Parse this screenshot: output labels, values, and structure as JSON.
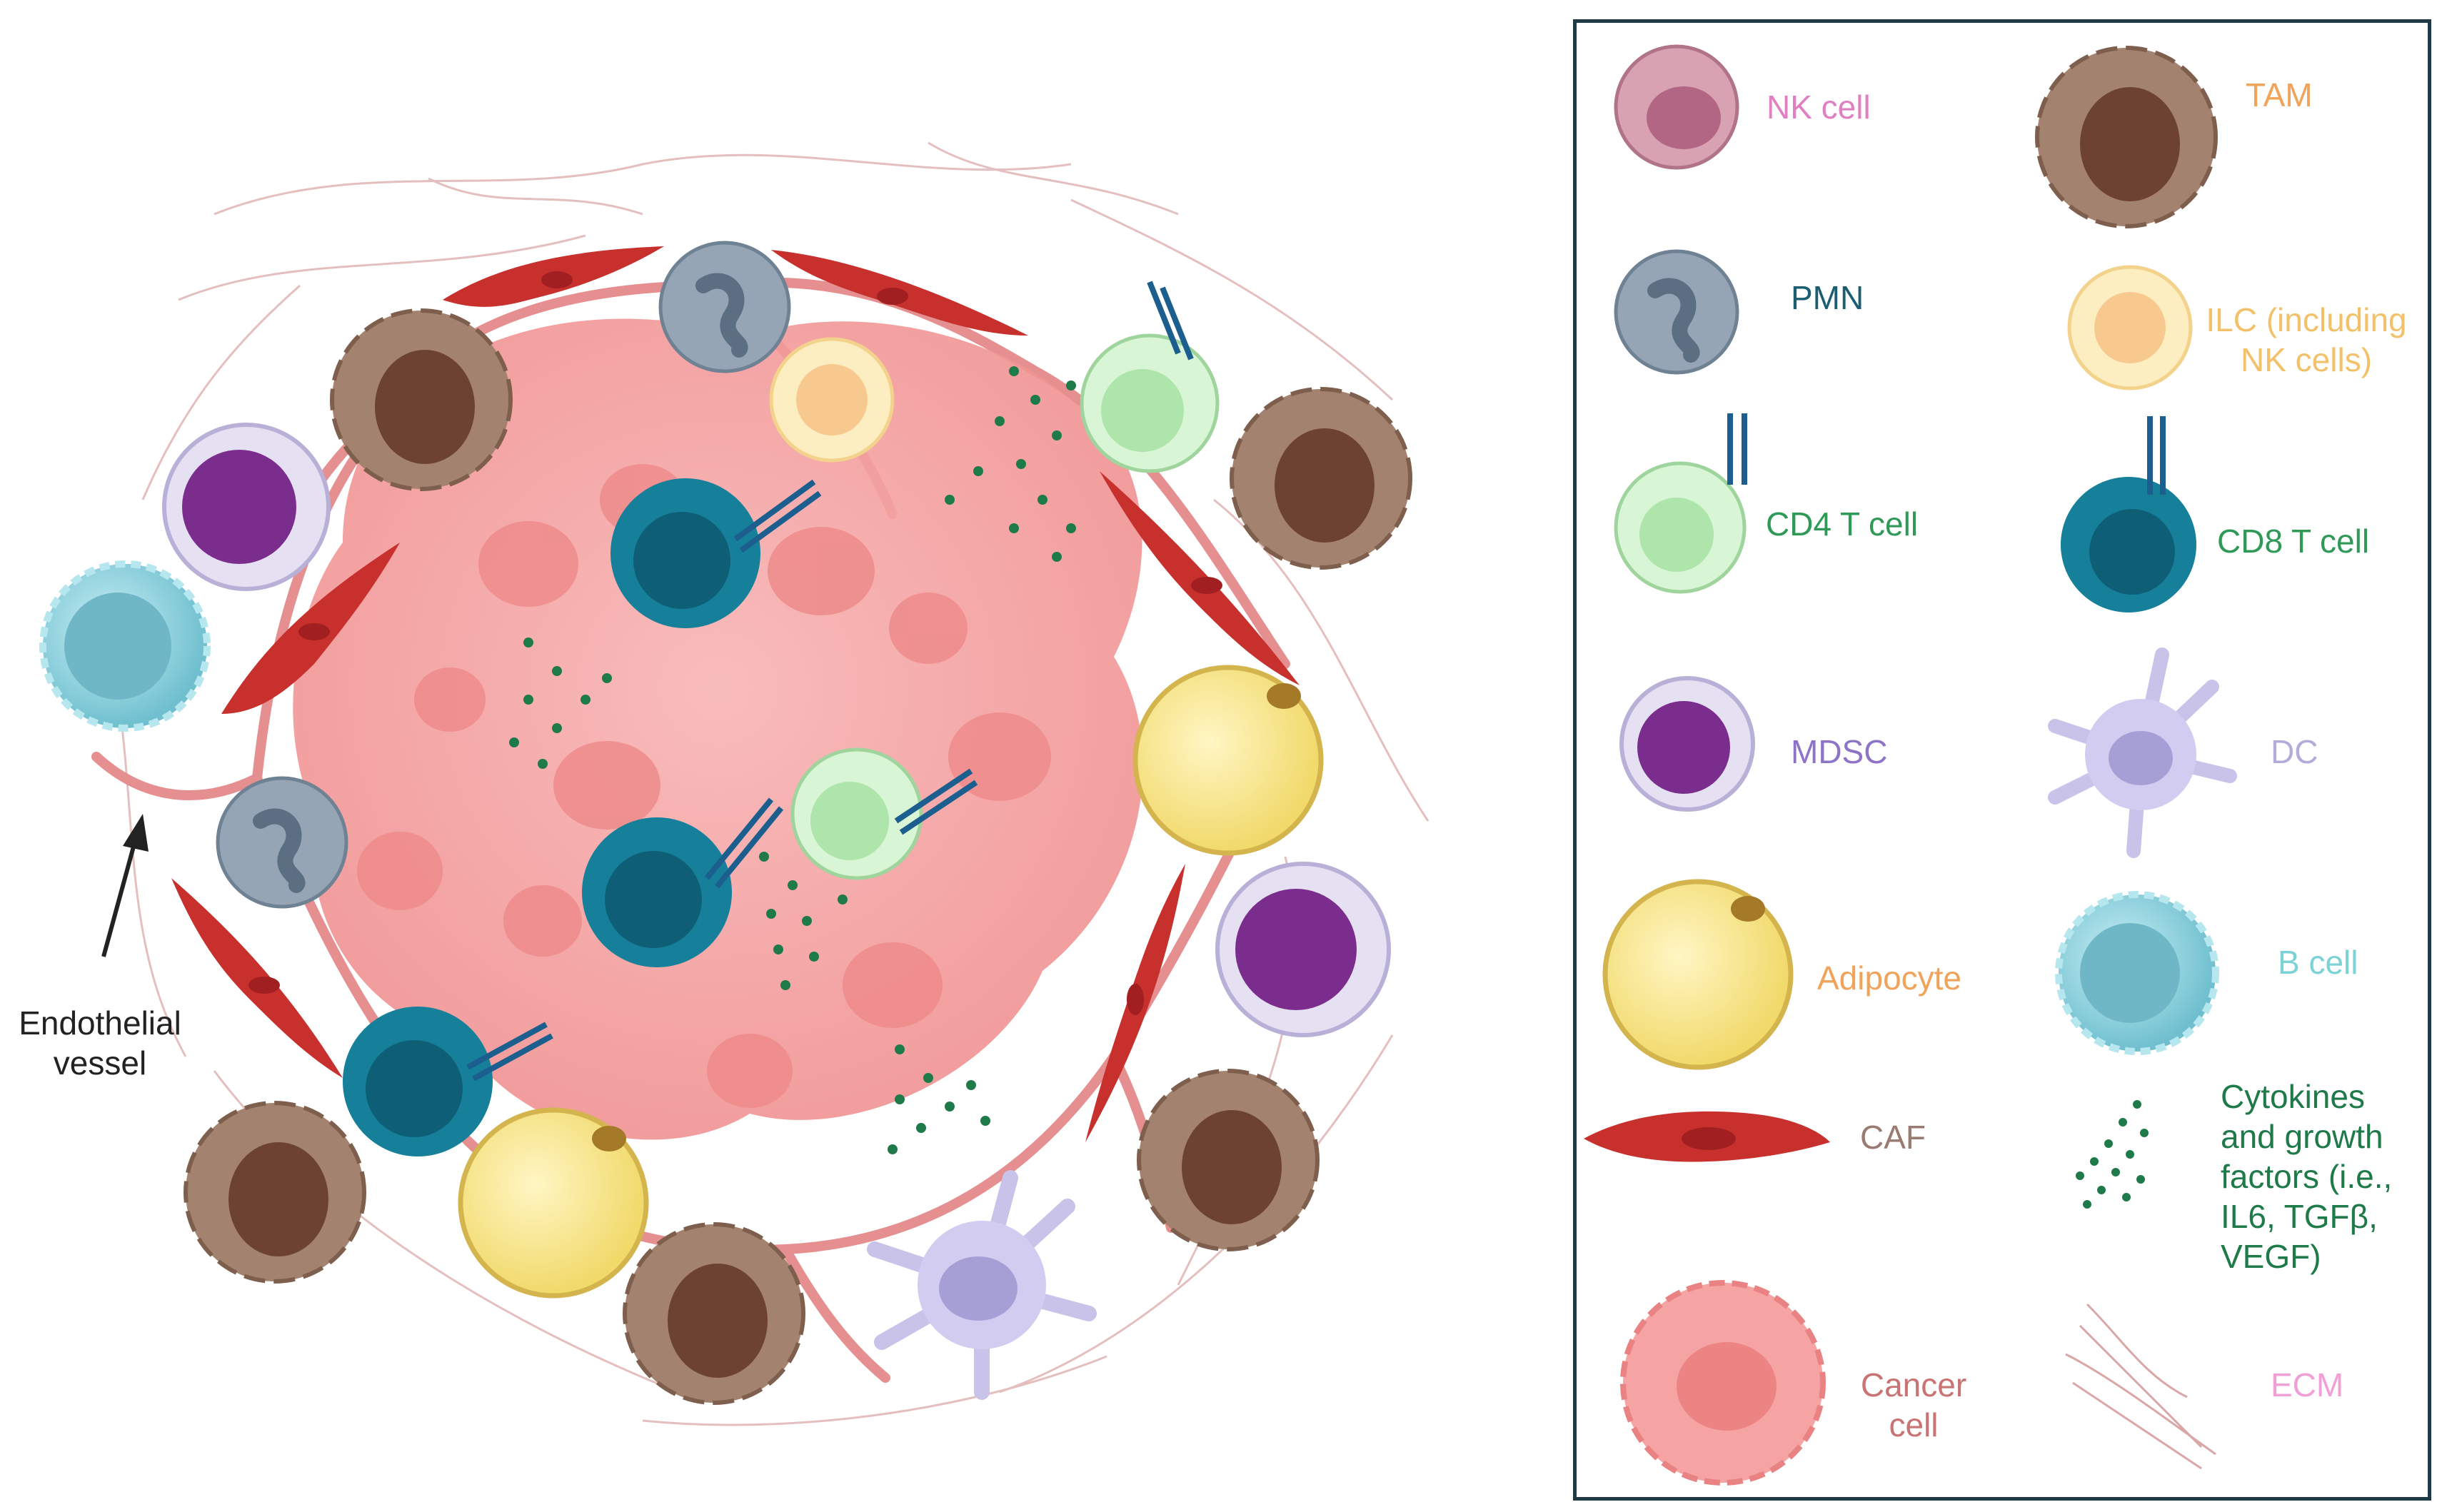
{
  "annotation": {
    "endothelial_vessel": "Endothelial\nvessel"
  },
  "legend": {
    "nk_cell": "NK cell",
    "tam": "TAM",
    "pmn": "PMN",
    "ilc": "ILC (including\nNK cells)",
    "cd4_t_cell": "CD4 T cell",
    "cd8_t_cell": "CD8 T cell",
    "mdsc": "MDSC",
    "dc": "DC",
    "adipocyte": "Adipocyte",
    "b_cell": "B cell",
    "caf": "CAF",
    "cytokines": "Cytokines\nand growth\nfactors (i.e.,\nIL6, TGFβ,\nVEGF)",
    "cancer_cell": "Cancer\ncell",
    "ecm": "ECM"
  },
  "colors": {
    "nk": "#c8758f",
    "tam": "#9b7460",
    "pmn": "#8e9fb1",
    "ilc": "#f7c98f",
    "cd4": "#b9ecb8",
    "cd8": "#0f6e86",
    "mdsc": "#7b2d8e",
    "dc": "#c9c3ea",
    "adipocyte": "#f3df7a",
    "bcell": "#8fd3df",
    "caf": "#c7302d",
    "cytokine": "#1f7a4a",
    "cancer": "#f5a3a3",
    "ecm": "#d9a7a7",
    "border": "#1e3a44"
  }
}
